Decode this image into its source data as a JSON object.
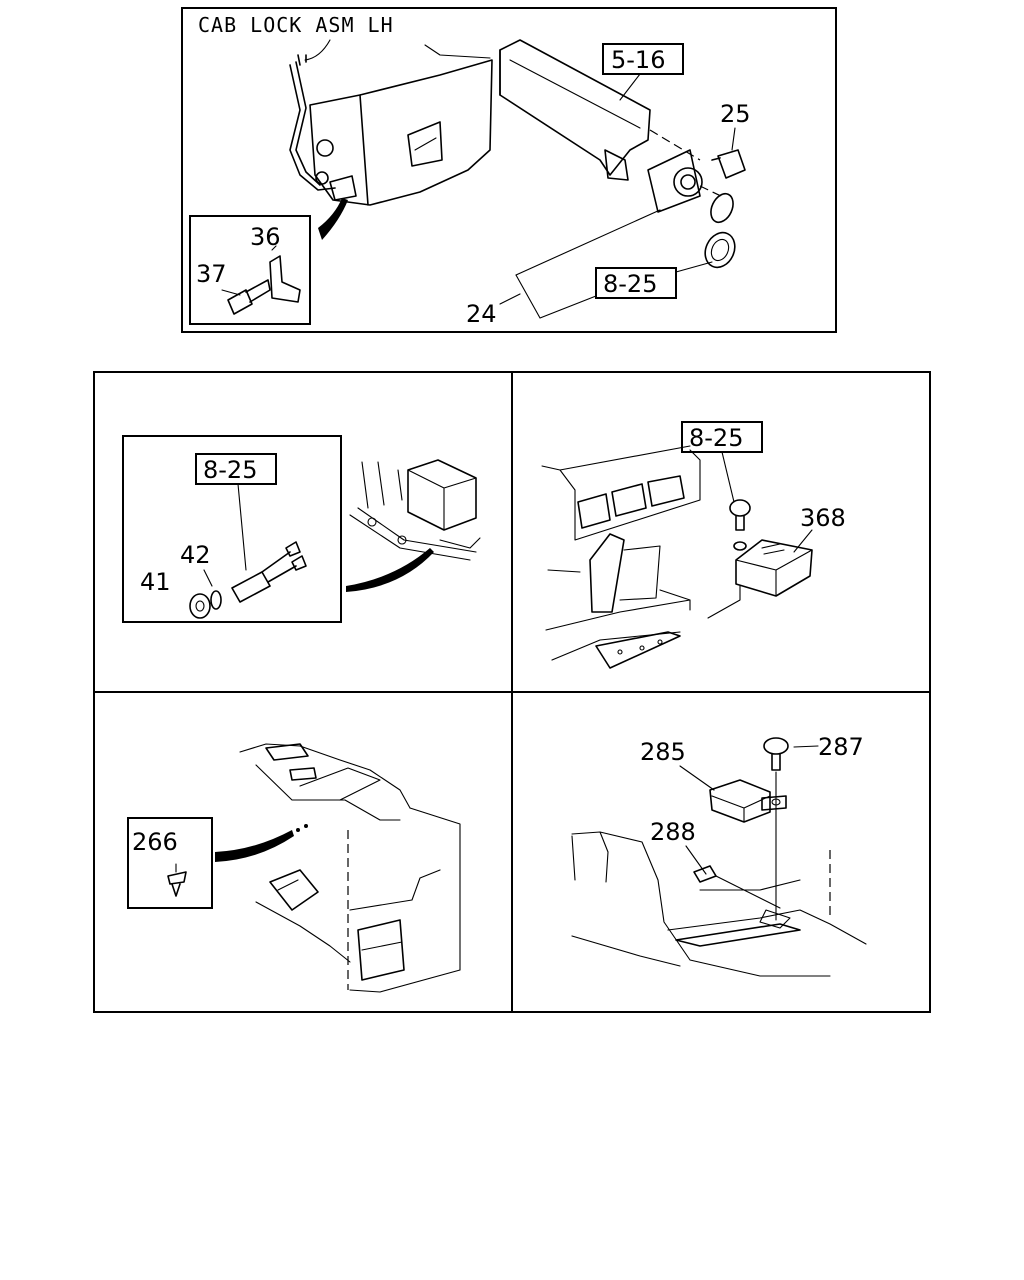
{
  "top_panel": {
    "title": "CAB LOCK ASM LH",
    "labels": {
      "ref_5_16": "5-16",
      "p25": "25",
      "p36": "36",
      "p37": "37",
      "ref_8_25": "8-25",
      "p24": "24"
    }
  },
  "panel_a": {
    "labels": {
      "ref_8_25": "8-25",
      "p42": "42",
      "p41": "41"
    }
  },
  "panel_b": {
    "labels": {
      "ref_8_25": "8-25",
      "p368": "368"
    }
  },
  "panel_c": {
    "labels": {
      "p266": "266"
    }
  },
  "panel_d": {
    "labels": {
      "p285": "285",
      "p287": "287",
      "p288": "288"
    }
  }
}
